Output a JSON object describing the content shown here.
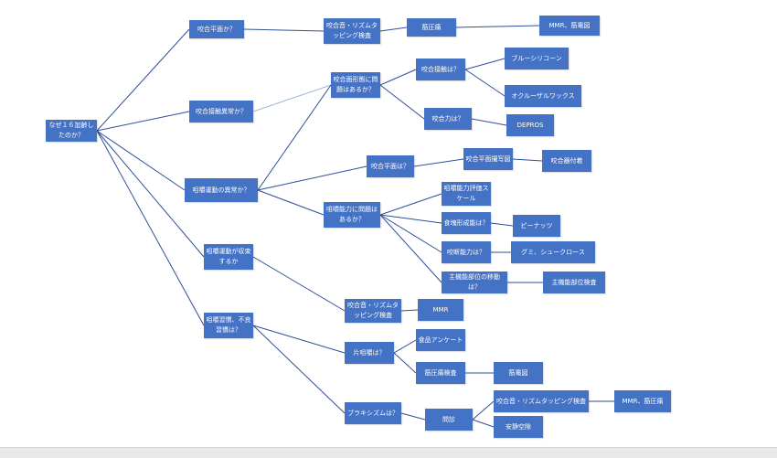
{
  "colors": {
    "node_fill": "#4472c4",
    "node_text": "#ffffff",
    "edge": "#2f4f9a",
    "edge_light": "#9fb6dc",
    "background": "#ffffff"
  },
  "nodes": {
    "root": "なぜ１６加齢したのか？",
    "n_bite_force": "咬合平面か？",
    "n_occlusal_rhythm1": "咬合音・リズムタッピング検査",
    "n_pressure1": "筋圧痛",
    "n_mmr_emg1": "MMR、筋電図",
    "n_contact_abnormal": "咬合接触異常か？",
    "n_occlusal_form": "咬合面形態に問題はあるか？",
    "n_occlusal_contact": "咬合接触は？",
    "n_blue_silicone": "ブルーシリコーン",
    "n_occlusal_wax": "オクルーザルワックス",
    "n_occlusal_force": "咬合力は？",
    "n_dentpros": "DEPROS",
    "n_mastication_abnormal": "咀嚼運動の異常か？",
    "n_occlusal_plane": "咬合平面は？",
    "n_occlusal_photo": "咬合平面撮写図",
    "n_occlusal_device": "咬合器付着",
    "n_mastication_ability": "咀嚼能力に問題はあるか？",
    "n_mastication_scale": "咀嚼能力評価スケール",
    "n_bolus_formation": "食塊形成能は？",
    "n_peanuts": "ピーナッツ",
    "n_crushing": "咬断能力は？",
    "n_gummy": "グミ、シュークロース",
    "n_main_region": "主機能部位の移動は？",
    "n_main_region_exam": "主機能部位検査",
    "n_mastication_stable": "咀嚼運動が収束するか",
    "n_occlusal_rhythm2": "咬合音・リズムタッピング検査",
    "n_mmr2": "MMR",
    "n_habits": "咀嚼習慣、不良習慣は？",
    "n_one_side": "片咀嚼は？",
    "n_food_survey": "食品アンケート",
    "n_tenderness": "筋圧痛検査",
    "n_emg": "筋電図",
    "n_bruxism": "ブラキシズムは？",
    "n_interview": "問診",
    "n_occlusal_rhythm3": "咬合音・リズムタッピング検査",
    "n_mmr_pressure": "MMR、筋圧痛",
    "n_stable_occlusion": "安静空隙"
  }
}
